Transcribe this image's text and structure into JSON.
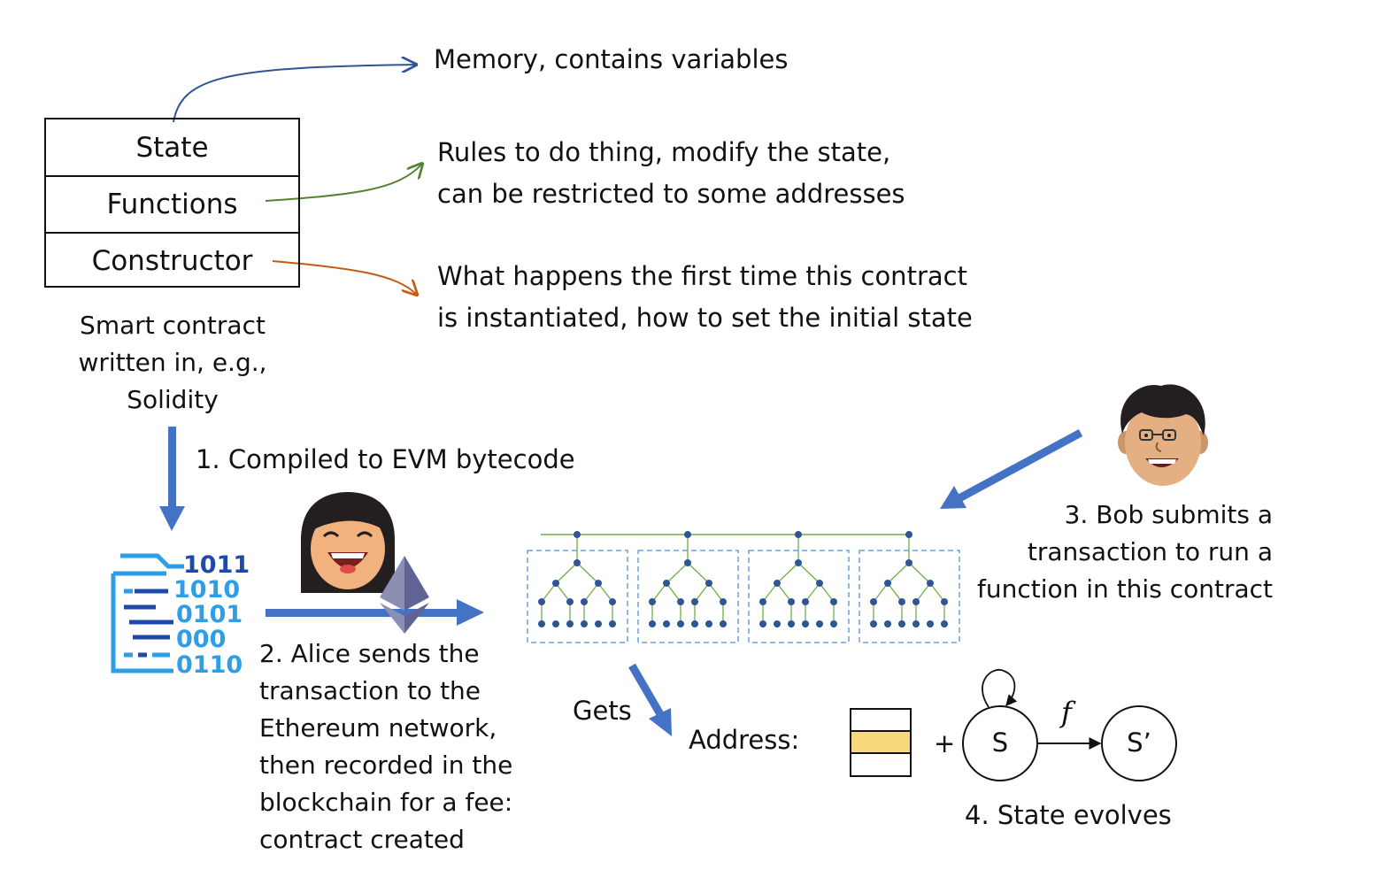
{
  "contract": {
    "rows": [
      "State",
      "Functions",
      "Constructor"
    ],
    "caption": [
      "Smart contract",
      "written in, e.g.,",
      "Solidity"
    ]
  },
  "notes": {
    "state": "Memory, contains variables",
    "functions": [
      "Rules to do thing, modify the state,",
      "can be restricted to some addresses"
    ],
    "constructor": [
      "What happens the first time this contract",
      "is instantiated, how to set the initial state"
    ]
  },
  "steps": {
    "compiled": "1. Compiled to EVM bytecode",
    "alice": [
      "2. Alice sends the",
      "transaction to the",
      "Ethereum network,",
      "then recorded in the",
      "blockchain for a fee:",
      "contract created"
    ],
    "bob": [
      "3. Bob submits a",
      "transaction to run a",
      "function in this contract"
    ],
    "evolves": "4. State evolves"
  },
  "address": {
    "gets": "Gets",
    "label": "Address:",
    "plus": "+",
    "state_from": "S",
    "state_to": "S’",
    "func": "f"
  },
  "bytecode_rows": [
    "1011",
    "1010",
    "0101",
    "000",
    "0110"
  ],
  "colors": {
    "arrow_blue": "#4472c4",
    "state_arrow": "#2f5597",
    "functions_arrow": "#548235",
    "constructor_arrow": "#c55a11",
    "tree_green": "#70ad47",
    "node_blue": "#2f5597",
    "bytecode_blue": "#2e9ee6",
    "highlight": "#f7d87a"
  }
}
